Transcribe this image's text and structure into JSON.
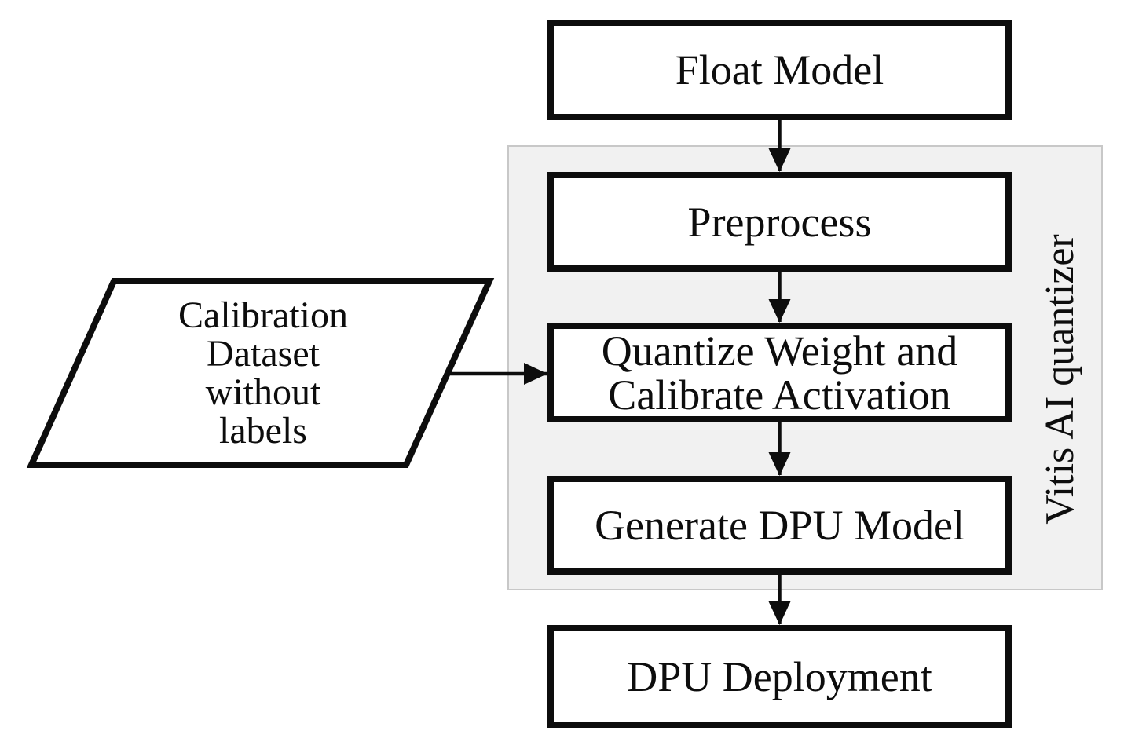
{
  "diagram": {
    "type": "flowchart",
    "region": {
      "label": "Vitis AI quantizer",
      "fill": "#f1f1f1",
      "border_color": "#c8c8c8"
    },
    "nodes": {
      "float_model": {
        "label": "Float Model",
        "shape": "rectangle"
      },
      "preprocess": {
        "label": "Preprocess",
        "shape": "rectangle",
        "inside_region": true
      },
      "quantize_calibrate": {
        "lines": [
          "Quantize Weight and",
          "Calibrate Activation"
        ],
        "shape": "rectangle",
        "inside_region": true
      },
      "generate_dpu_model": {
        "label": "Generate DPU Model",
        "shape": "rectangle",
        "inside_region": true
      },
      "dpu_deployment": {
        "label": "DPU Deployment",
        "shape": "rectangle"
      },
      "calibration_dataset": {
        "lines": [
          "Calibration",
          "Dataset",
          "without",
          "labels"
        ],
        "shape": "parallelogram"
      }
    },
    "edges": [
      {
        "from": "float_model",
        "to": "preprocess"
      },
      {
        "from": "preprocess",
        "to": "quantize_calibrate"
      },
      {
        "from": "quantize_calibrate",
        "to": "generate_dpu_model"
      },
      {
        "from": "generate_dpu_model",
        "to": "dpu_deployment"
      },
      {
        "from": "calibration_dataset",
        "to": "quantize_calibrate"
      }
    ],
    "colors": {
      "stroke": "#0d0d0d",
      "node_fill": "#ffffff",
      "region_fill": "#f1f1f1",
      "region_border": "#c8c8c8",
      "text": "#0d0d0d",
      "background": "#ffffff"
    }
  }
}
